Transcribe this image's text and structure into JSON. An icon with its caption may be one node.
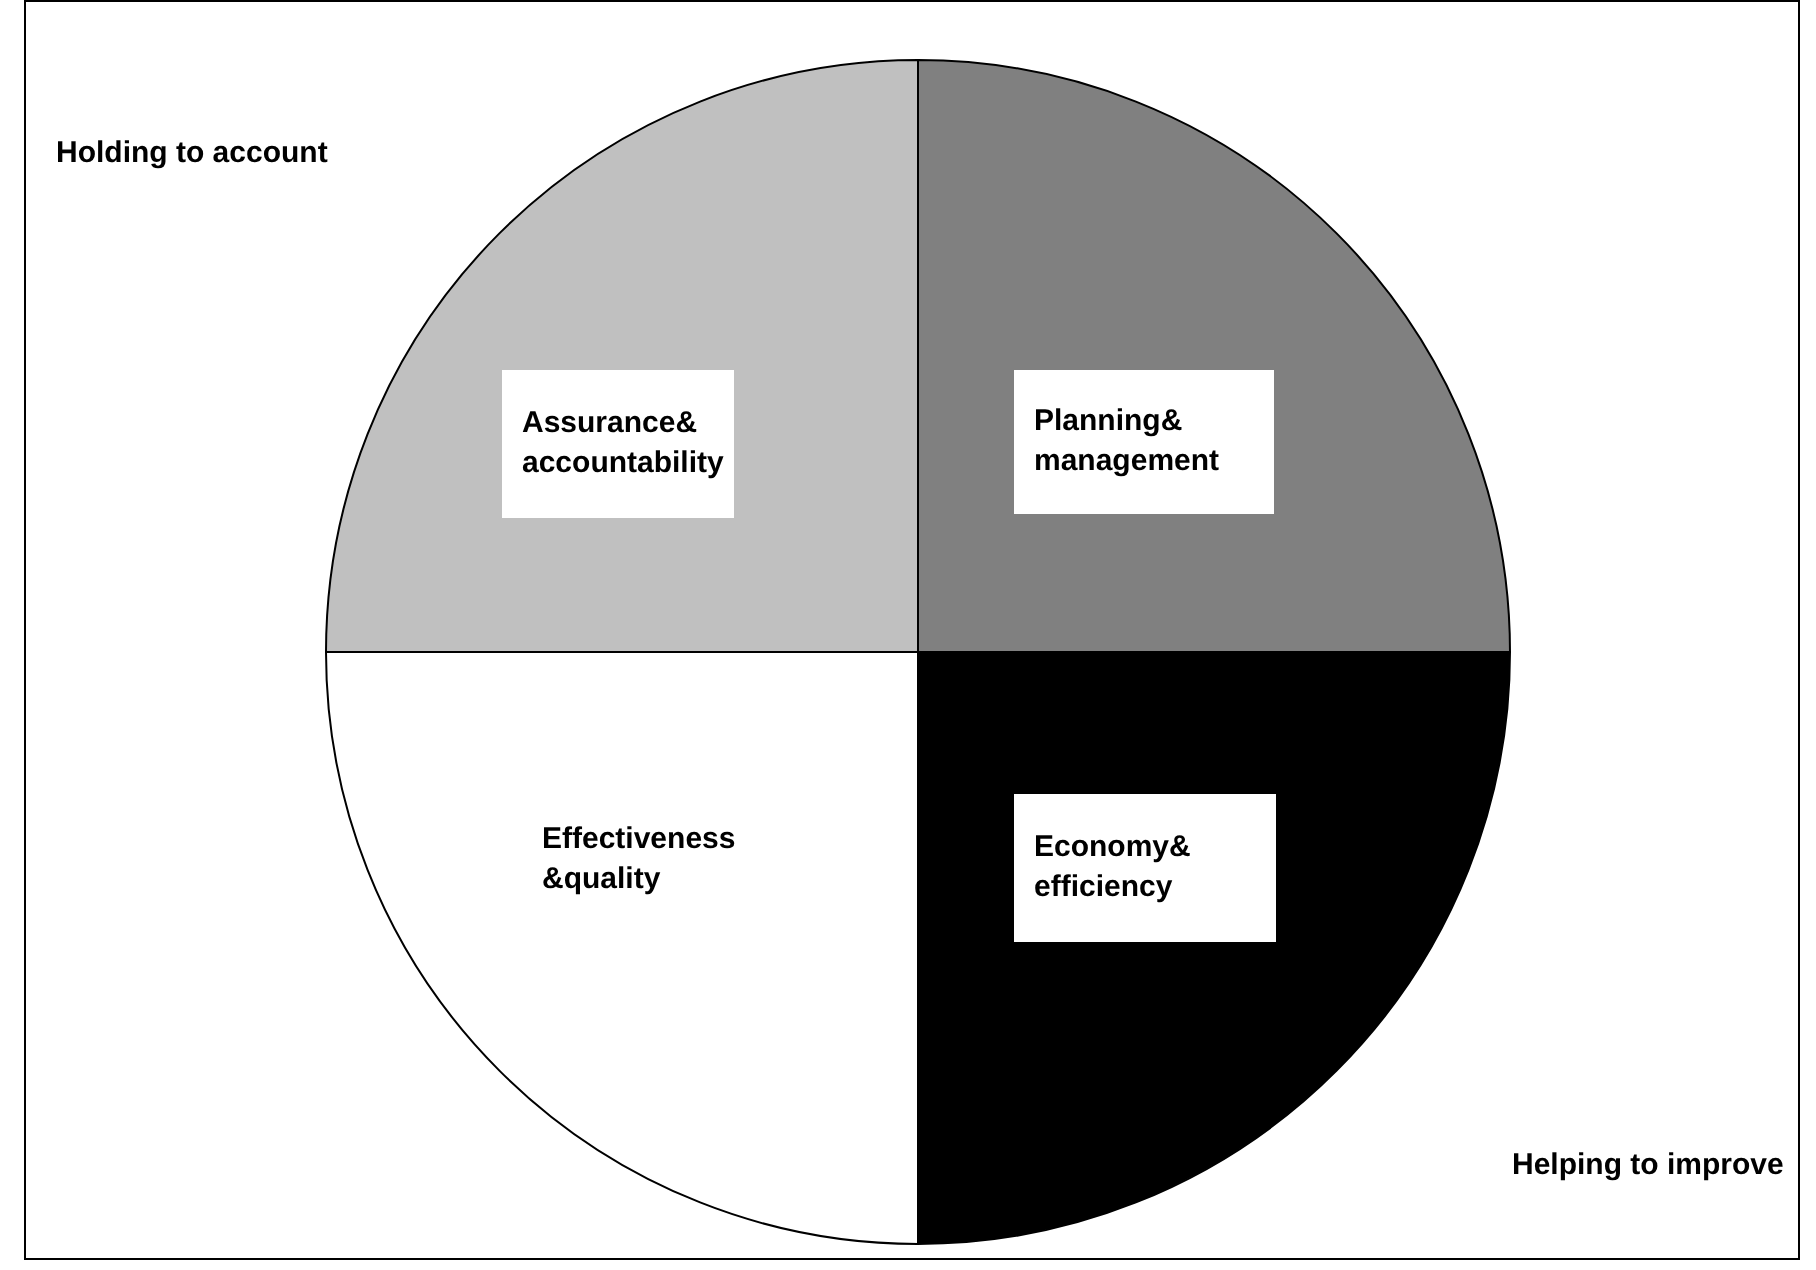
{
  "diagram": {
    "nodes": [
      {
        "text": [
          "Assurance& accountability"
        ]
      },
      {
        "text": [
          "Planning& management"
        ]
      },
      {
        "text": [
          "Effectiveness &quality"
        ]
      },
      {
        "text": [
          "Economy& efficiency"
        ]
      }
    ],
    "labels": [
      "Holding to account",
      "Helping to improve"
    ]
  }
}
